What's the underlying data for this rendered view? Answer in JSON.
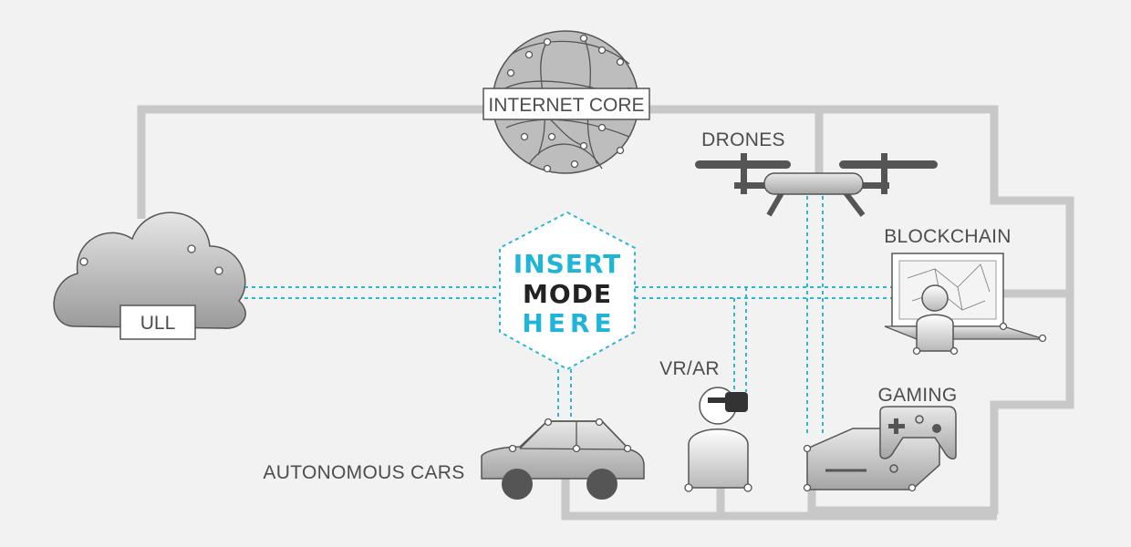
{
  "labels": {
    "internet_core": "INTERNET CORE",
    "ull": "ULL",
    "drones": "DRONES",
    "blockchain": "BLOCKCHAIN",
    "vr_ar": "VR/AR",
    "gaming": "GAMING",
    "autonomous_cars": "AUTONOMOUS CARS"
  },
  "hexagon": {
    "line1": "INSERT",
    "line2": "MODE",
    "line3": "HERE"
  },
  "colors": {
    "accent_cyan": "#1fb5d8",
    "pipe_gray": "#c8c8c8",
    "background": "#f2f2f2"
  }
}
